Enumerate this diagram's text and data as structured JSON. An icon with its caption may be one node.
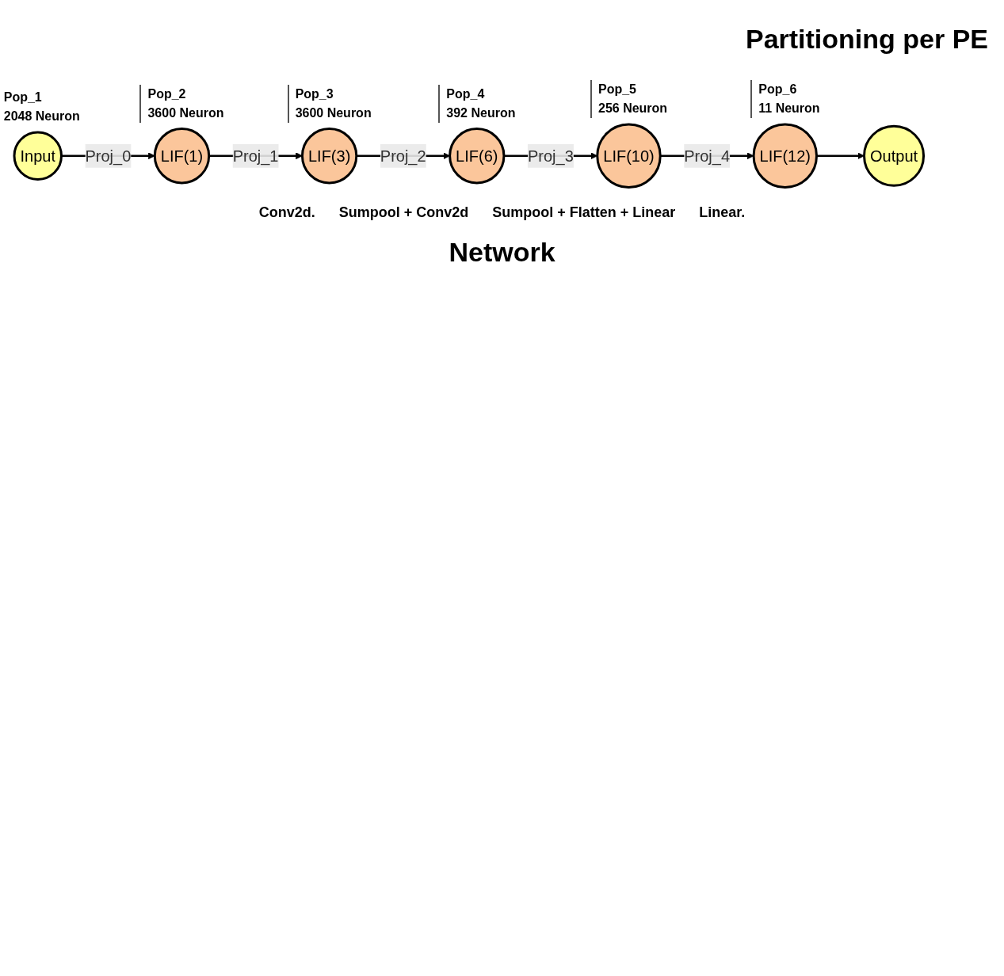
{
  "diagram": {
    "caption": "Network",
    "nodes": [
      {
        "text": [
          "LIF(1)"
        ],
        "beside": [
          "Pop_2",
          "3600 Neuron"
        ]
      },
      {
        "text": [
          "LIF(3)"
        ],
        "beside": [
          "Pop_3",
          "3600 Neuron"
        ]
      },
      {
        "text": [
          "LIF(6)"
        ],
        "beside": [
          "Pop_4",
          "392 Neuron"
        ]
      },
      {
        "text": [
          "LIF(10)"
        ],
        "beside": [
          "Pop_5",
          "256 Neuron"
        ]
      },
      {
        "text": [
          "Input"
        ],
        "beside": [
          "Pop_1",
          "2048 Neuron"
        ]
      },
      {
        "text": [
          "LIF(12)"
        ],
        "beside": [
          "Pop_6",
          "11 Neuron"
        ]
      },
      {
        "text": [
          "Output"
        ]
      }
    ],
    "edges": [
      {
        "from": 4,
        "to": 0,
        "arrow": "to",
        "label": "Proj_0"
      },
      {
        "from": 0,
        "to": 1,
        "arrow": "to",
        "label": "Proj_1"
      },
      {
        "from": 1,
        "to": 2,
        "arrow": "to",
        "label": "Proj_2"
      },
      {
        "from": 2,
        "to": 3,
        "arrow": "to",
        "label": "Proj_3"
      },
      {
        "from": 3,
        "to": 5,
        "arrow": "to",
        "label": "Proj_4"
      },
      {
        "from": 5,
        "to": 6,
        "arrow": "to"
      }
    ],
    "labels": [
      "Partitioning per PE",
      "Conv2d.",
      "Sumpool + Conv2d",
      "Sumpool + Flatten + Linear",
      "Linear."
    ]
  }
}
